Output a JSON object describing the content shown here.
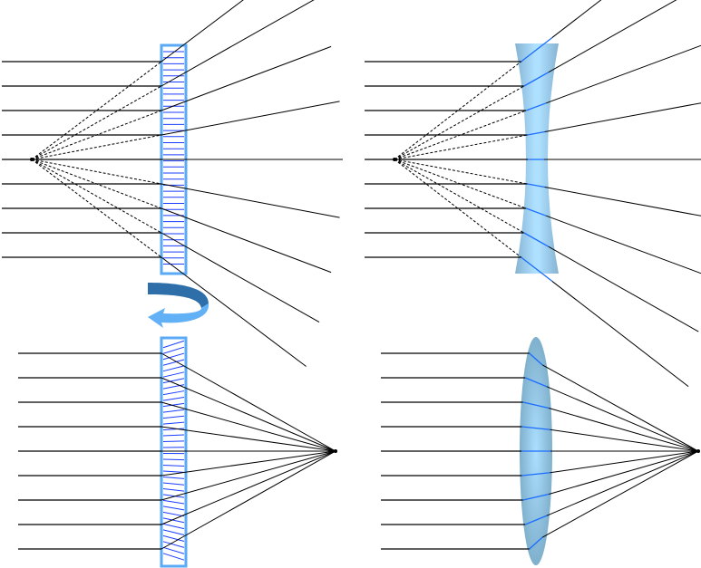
{
  "diagram": {
    "panels": [
      "metasurface-diverging",
      "concave-lens-diverging",
      "metasurface-converging",
      "convex-lens-converging"
    ],
    "rays_per_panel": 9,
    "colors": {
      "ray": "#000000",
      "metasurface_frame": "#5aaaf5",
      "metasurface_grating": "#1a3cff",
      "lens_fill": "#8ab8d4",
      "lens_highlight": "#a8dcff",
      "in_lens_ray": "#1a6cff",
      "arrow_dark": "#2e6faa",
      "arrow_light": "#62b0f5"
    }
  }
}
